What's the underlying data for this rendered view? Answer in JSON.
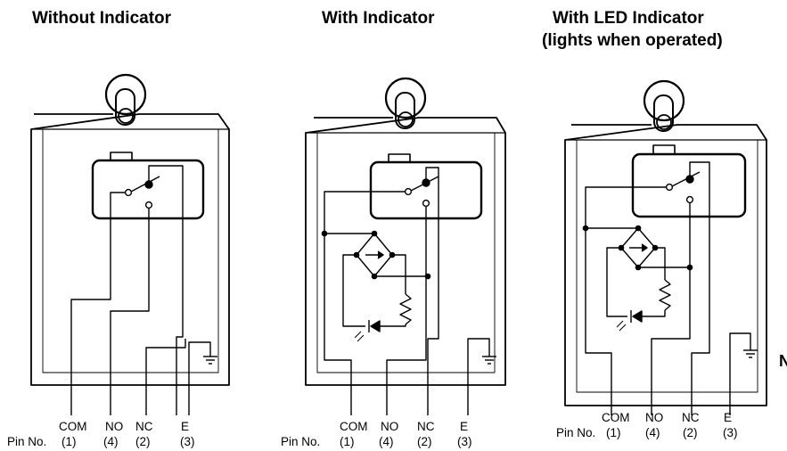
{
  "diagrams": [
    {
      "title": "Without Indicator",
      "pin_labels": [
        "COM",
        "NO",
        "NC",
        "E"
      ],
      "pin_prefix": "Pin No.",
      "pin_numbers": [
        "(1)",
        "(4)",
        "(2)",
        "(3)"
      ]
    },
    {
      "title": "With Indicator",
      "pin_labels": [
        "COM",
        "NO",
        "NC",
        "E"
      ],
      "pin_prefix": "Pin No.",
      "pin_numbers": [
        "(1)",
        "(4)",
        "(2)",
        "(3)"
      ]
    },
    {
      "title_line1": "With LED Indicator",
      "title_line2": "(lights when operated)",
      "pin_labels": [
        "COM",
        "NO",
        "NC",
        "E"
      ],
      "pin_prefix": "Pin No.",
      "pin_numbers": [
        "(1)",
        "(4)",
        "(2)",
        "(3)"
      ]
    }
  ],
  "cut_off_text": "N",
  "colors": {
    "ink": "#000000",
    "background": "#ffffff"
  }
}
